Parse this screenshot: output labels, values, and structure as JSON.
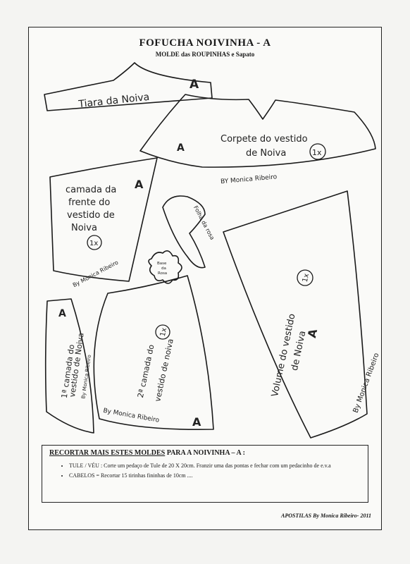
{
  "header": {
    "title": "FOFUCHA NOIVINHA - A",
    "subtitle": "MOLDE das ROUPINHAS e Sapato"
  },
  "pieces": {
    "tiara": {
      "label": "Tiara da Noiva",
      "mark": "A"
    },
    "corpete": {
      "line1": "Corpete do vestido",
      "line2": "de Noiva",
      "qty": "1x",
      "mark": "A",
      "signature": "BY Monica Ribeiro"
    },
    "frente": {
      "line1": "camada da",
      "line2": "frente do",
      "line3": "vestido de",
      "line4": "Noiva",
      "qty": "1x",
      "mark": "A",
      "signature": "By Monica Ribeiro"
    },
    "rosa": {
      "label": "Folha da rosa"
    },
    "flor": {
      "line1": "Base",
      "line2": "da",
      "line3": "Rosa"
    },
    "volume": {
      "line1": "Volume do vestido",
      "line2": "de Noiva",
      "qty": "1x",
      "mark": "A",
      "signature": "By Monica Ribeiro"
    },
    "primeira": {
      "line1": "1ª camada do",
      "line2": "vestido de Noiva",
      "mark": "A",
      "signature": "By Monica Ribeiro"
    },
    "segunda": {
      "line1": "2ª camada do",
      "line2": "vestido de noiva",
      "qty": "1x",
      "mark": "A",
      "signature": "By Monica Ribeiro"
    }
  },
  "notes": {
    "heading_bold": "RECORTAR MAIS ESTES MOLDES",
    "heading_rest": "PARA A NOIVINHA – A :",
    "items": [
      "TULE / VÉU : Corte um pedaço de Tule de 20 X 20cm. Franzir uma das pontas e fechar com um pedacinho de e.v.a",
      "CABELOS = Recortar 15 tirinhas fininhas de 10cm ...."
    ]
  },
  "footer": {
    "credit": "APOSTILAS By Monica Ribeiro- 2011"
  }
}
